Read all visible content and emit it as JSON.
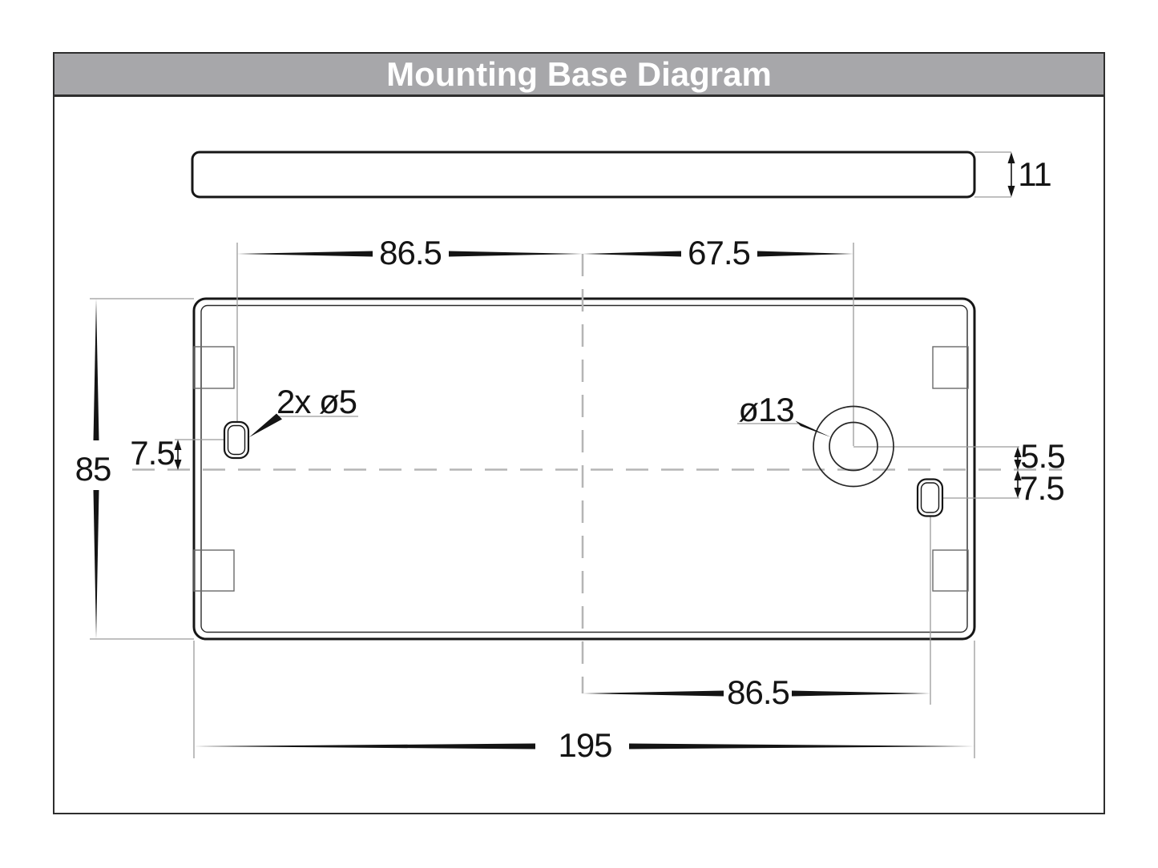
{
  "title": "Mounting Base Diagram",
  "side_view": {
    "thickness": "11"
  },
  "plate_view": {
    "total_width": "195",
    "total_height": "85",
    "left_slot_from_centerline": "86.5",
    "hole_from_centerline": "67.5",
    "right_slot_from_centerline": "86.5",
    "left_slot_offset": "7.5",
    "hole_offset": "5.5",
    "right_slot_offset": "7.5",
    "slot_label": "2x ø5",
    "hole_label": "ø13"
  },
  "colors": {
    "title_bar": "#a7a7aa",
    "title_text": "#ffffff",
    "outline": "#161616",
    "thin_line": "#9a9a9a",
    "centerline": "#b5b5b5"
  }
}
